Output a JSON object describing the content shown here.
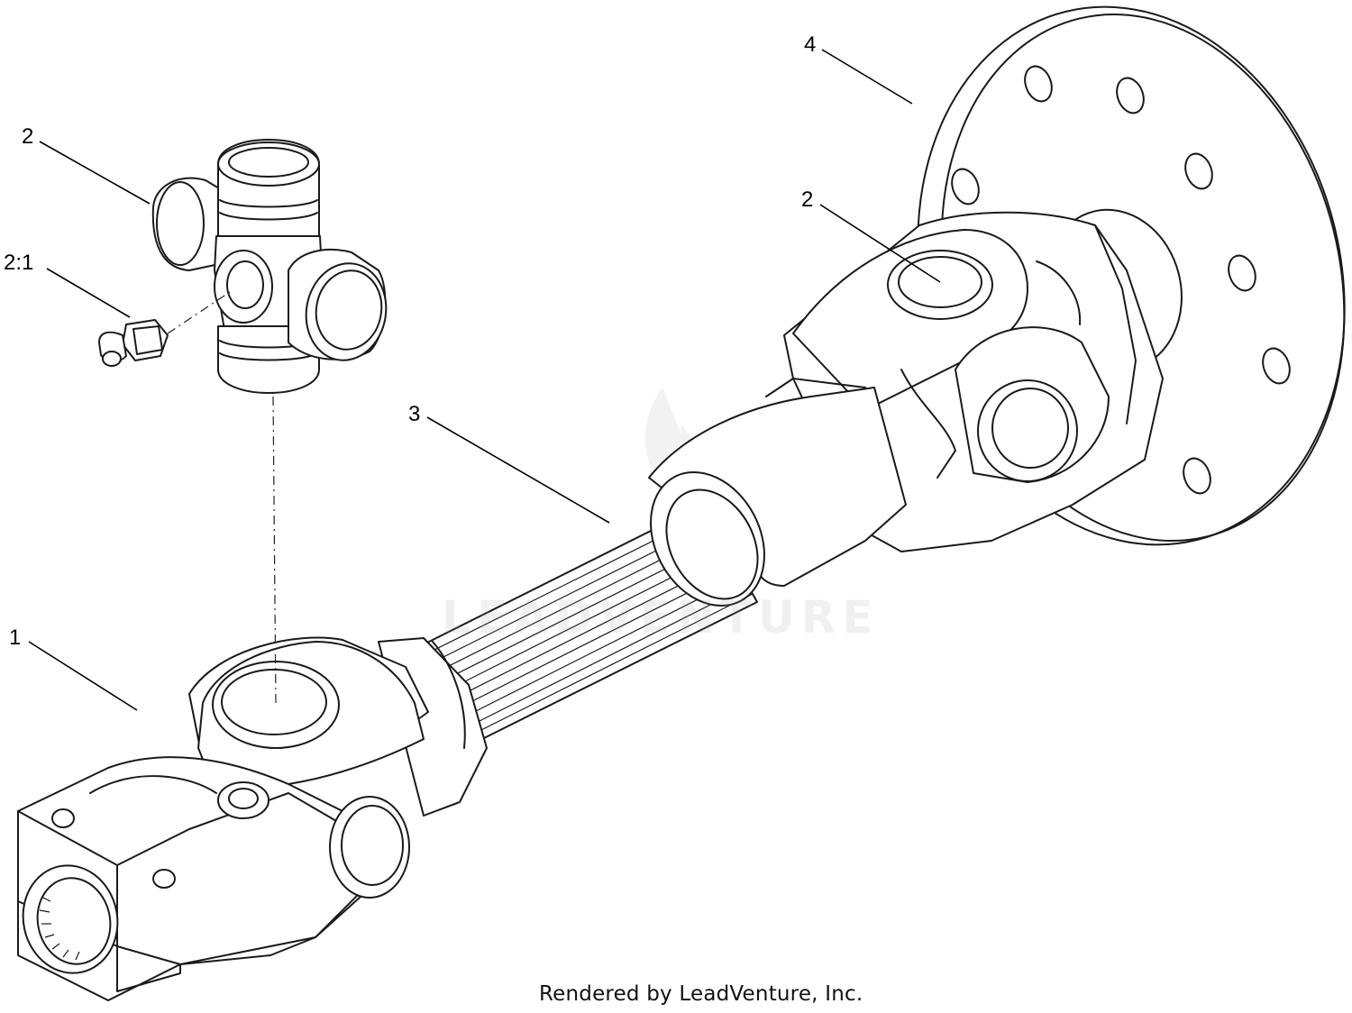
{
  "callouts": {
    "c1": "1",
    "c2_left": "2",
    "c2_1": "2:1",
    "c2_right": "2",
    "c3": "3",
    "c4": "4"
  },
  "footer": "Rendered by LeadVenture, Inc.",
  "watermark": "LEADVENTURE",
  "colors": {
    "line": "#1a1a1a",
    "background": "#ffffff",
    "watermark": "#a0a0a0"
  },
  "icons": [
    "flame-watermark-icon"
  ]
}
